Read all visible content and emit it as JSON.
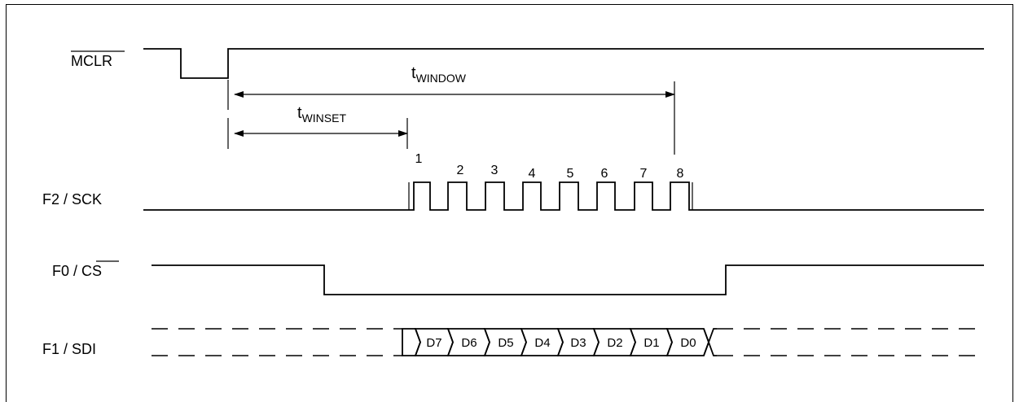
{
  "signals": {
    "mclr": "MCLR",
    "sck": "F2 / SCK",
    "cs_prefix": "F0 / ",
    "cs_bar": "CS",
    "sdi": "F1 / SDI"
  },
  "timing": {
    "t_window_symbol": "t",
    "t_window_sub": "WINDOW",
    "t_winset_symbol": "t",
    "t_winset_sub": "WINSET"
  },
  "clock_numbers": [
    "1",
    "2",
    "3",
    "4",
    "5",
    "6",
    "7",
    "8"
  ],
  "data_bits": [
    "D7",
    "D6",
    "D5",
    "D4",
    "D3",
    "D2",
    "D1",
    "D0"
  ]
}
